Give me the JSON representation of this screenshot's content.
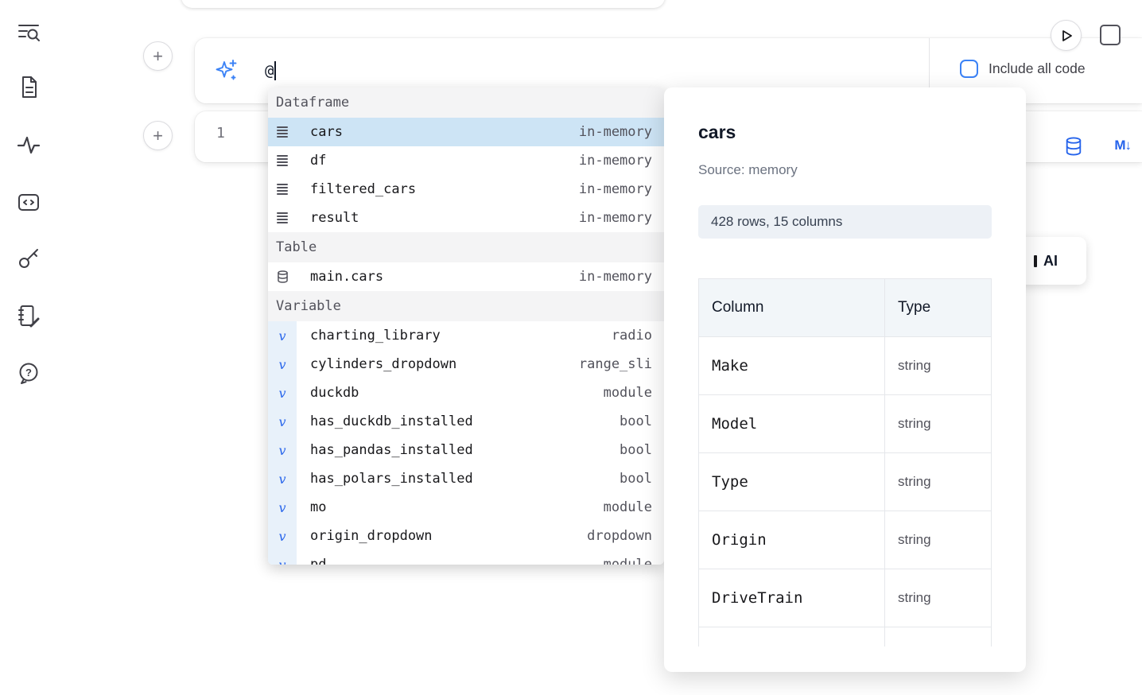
{
  "colors": {
    "accent_blue": "#3b82f6",
    "icon_blue": "#2563eb",
    "selected_row": "#cde4f5",
    "section_header_bg": "#f4f4f5"
  },
  "sidebar": {
    "icons": [
      "list-search-icon",
      "file-icon",
      "activity-icon",
      "snippets-icon",
      "key-icon",
      "scratchpad-icon",
      "help-icon"
    ]
  },
  "ai_prompt_cell": {
    "sparkle_icon": "ai-sparkles-icon",
    "input_value": "@",
    "include_all_code": {
      "label": "Include all code",
      "checked": false
    }
  },
  "cell_actions": {
    "run_icon": "play-icon",
    "stop_icon": "stop-icon"
  },
  "add_cell_buttons": {
    "label": "+"
  },
  "code_cell": {
    "line_number": "1",
    "icons": [
      "database-icon",
      "markdown-icon"
    ],
    "markdown_glyph": "M↓"
  },
  "autocomplete": {
    "sections": [
      {
        "label": "Dataframe",
        "items": [
          {
            "icon": "dataframe",
            "name": "cars",
            "type": "in-memory",
            "selected": true
          },
          {
            "icon": "dataframe",
            "name": "df",
            "type": "in-memory"
          },
          {
            "icon": "dataframe",
            "name": "filtered_cars",
            "type": "in-memory"
          },
          {
            "icon": "dataframe",
            "name": "result",
            "type": "in-memory"
          }
        ]
      },
      {
        "label": "Table",
        "items": [
          {
            "icon": "database",
            "name": "main.cars",
            "type": "in-memory"
          }
        ]
      },
      {
        "label": "Variable",
        "items": [
          {
            "icon": "variable",
            "name": "charting_library",
            "type": "radio"
          },
          {
            "icon": "variable",
            "name": "cylinders_dropdown",
            "type": "range_sli"
          },
          {
            "icon": "variable",
            "name": "duckdb",
            "type": "module"
          },
          {
            "icon": "variable",
            "name": "has_duckdb_installed",
            "type": "bool"
          },
          {
            "icon": "variable",
            "name": "has_pandas_installed",
            "type": "bool"
          },
          {
            "icon": "variable",
            "name": "has_polars_installed",
            "type": "bool"
          },
          {
            "icon": "variable",
            "name": "mo",
            "type": "module"
          },
          {
            "icon": "variable",
            "name": "origin_dropdown",
            "type": "dropdown"
          },
          {
            "icon": "variable",
            "name": "pd",
            "type": "module",
            "clipped": true
          }
        ]
      }
    ]
  },
  "preview_panel": {
    "title": "cars",
    "source": "Source: memory",
    "shape": "428 rows, 15 columns",
    "table": {
      "headers": [
        "Column",
        "Type"
      ],
      "rows": [
        [
          "Make",
          "string"
        ],
        [
          "Model",
          "string"
        ],
        [
          "Type",
          "string"
        ],
        [
          "Origin",
          "string"
        ],
        [
          "DriveTrain",
          "string"
        ]
      ],
      "clipped_extra_row": true
    }
  },
  "background_ai_button": {
    "visible_label": "AI"
  }
}
